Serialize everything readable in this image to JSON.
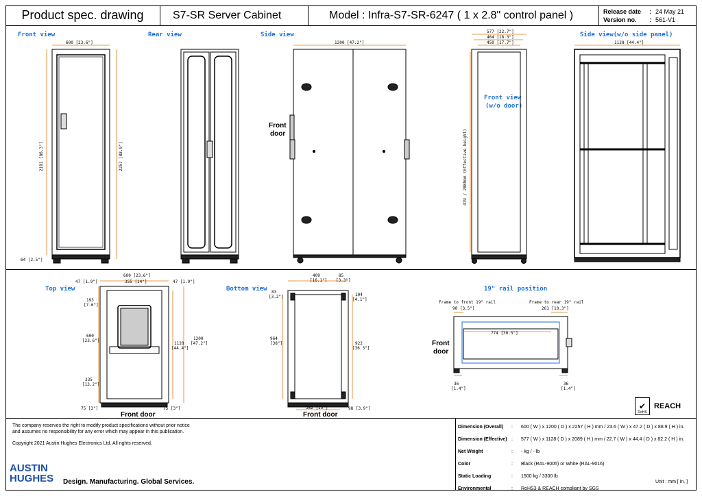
{
  "header": {
    "doc_title": "Product spec. drawing",
    "product": "S7-SR Server Cabinet",
    "model": "Model : Infra-S7-SR-6247   ( 1 x 2.8\" control panel )",
    "release_label": "Release date",
    "release_value": "24 May 21",
    "version_label": "Version no.",
    "version_value": "561-V1"
  },
  "views": {
    "front": "Front view",
    "rear": "Rear view",
    "side": "Side view",
    "side_no_panel": "Side view(w/o side panel)",
    "front_no_door_1": "Front view",
    "front_no_door_2": "(w/o door)",
    "top": "Top view",
    "bottom": "Bottom view",
    "rail": "19\" rail position"
  },
  "labels": {
    "front_door_1": "Front",
    "front_door_2": "door",
    "front_door_top": "Front door",
    "front_door_bottom": "Front door",
    "rail_front_door_1": "Front",
    "rail_front_door_2": "door",
    "rail_front_caption": "Frame to front 19\" rail",
    "rail_rear_caption": "Frame to rear 19\" rail",
    "effective_height": "47U / 2089mm (Effective height)"
  },
  "dims": {
    "front_width": "600 [23.6\"]",
    "front_height_left": "2191 [86.3\"]",
    "front_height_right": "2257 [88.9\"]",
    "front_bottom": "64 [2.5\"]",
    "side_depth": "1200 [47.2\"]",
    "fv_577": "577 [22.7\"]",
    "fv_464": "464 [18.3\"]",
    "fv_450": "450 [17.7\"]",
    "sv_1128": "1128 [44.4\"]",
    "top_47_l": "47 [1.9\"]",
    "top_600": "600 [23.6\"]",
    "top_355": "355 [14\"]",
    "top_47_r": "47 [1.9\"]",
    "top_193_a": "193",
    "top_193_b": "[7.6\"]",
    "top_600_a": "600",
    "top_600_b": "[23.6\"]",
    "top_335_a": "335",
    "top_335_b": "[13.2\"]",
    "top_1128_a": "1128",
    "top_1128_b": "[44.4\"]",
    "top_1200_a": "1200",
    "top_1200_b": "[47.2\"]",
    "top_75_l": "75 [3\"]",
    "top_75_r": "75 [3\"]",
    "bot_409": "409",
    "bot_409_b": "[16.1\"]",
    "bot_85": "85",
    "bot_85_b": "[3.3\"]",
    "bot_83": "83",
    "bot_83_b": "[3.2\"]",
    "bot_104": "104",
    "bot_104_b": "[4.1\"]",
    "bot_964": "964",
    "bot_964_b": "[38\"]",
    "bot_922": "922",
    "bot_922_b": "[36.3\"]",
    "bot_382": "382 [15\"]",
    "bot_98": "98 [3.9\"]",
    "rail_90": "90 [3.5\"]",
    "rail_261": "261 [10.3\"]",
    "rail_774": "774 [30.5\"]",
    "rail_36_l_a": "36",
    "rail_36_l_b": "[1.4\"]",
    "rail_36_r_a": "36",
    "rail_36_r_b": "[1.4\"]"
  },
  "footer": {
    "disclaimer_1": "The company reserves the right to modify product specifications without prior notice",
    "disclaimer_2": "and assumes no responsibility for any error which may appear in this publication.",
    "copyright": "Copyright 2021 Austin Hughes Electronics Ltd. All rights reserved.",
    "brand_1": "AUSTIN",
    "brand_2": "HUGHES",
    "tagline": "Design. Manufacturing. Global Services.",
    "reach": "REACH",
    "rohs": "RoHS",
    "unit": "Unit : mm [ in. ]"
  },
  "specs": [
    {
      "key": "Dimension (Overall)",
      "value": "600 ( W ) x 1200 ( D ) x 2257 ( H ) mm / 23.6 ( W ) x 47.2 ( D ) x 88.9 ( H ) in."
    },
    {
      "key": "Dimension (Effective)",
      "value": "577 ( W ) x 1128 ( D ) x 2089 ( H ) mm / 22.7 ( W ) x 44.4 ( D ) x 82.2 ( H ) in."
    },
    {
      "key": "Net Weight",
      "value": "- kg / - lb"
    },
    {
      "key": "Color",
      "value": "Black (RAL-9005) or White (RAL-9016)"
    },
    {
      "key": "Static Loading",
      "value": "1500 kg / 3300 lb"
    },
    {
      "key": "Environmental",
      "value": "RoHS3 & REACH compliant by SGS"
    }
  ],
  "colors": {
    "view_label": "#1a6fd6",
    "dimension": "#e07a10",
    "brand": "#1f4fa8"
  }
}
